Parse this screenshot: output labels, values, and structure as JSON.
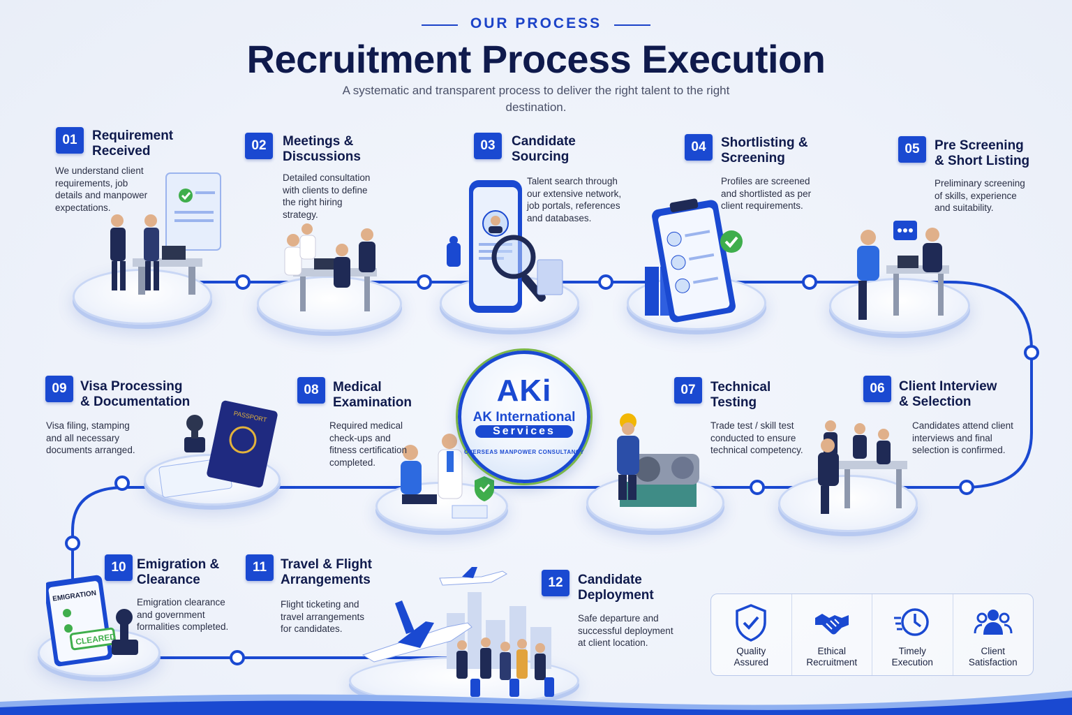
{
  "header": {
    "eyebrow": "OUR PROCESS",
    "title": "Recruitment Process Execution",
    "subtitle": "A systematic and transparent process to deliver the right talent to the right destination."
  },
  "logo": {
    "mark": "AKi",
    "name": "AK International",
    "services": "Services",
    "tagline": "OVERSEAS MANPOWER CONSULTANCY"
  },
  "steps": [
    {
      "num": "01",
      "title": "Requirement\nReceived",
      "desc": "We understand client\nrequirements, job\ndetails and manpower\nexpectations.",
      "icon": "handshake-meeting"
    },
    {
      "num": "02",
      "title": "Meetings &\nDiscussions",
      "desc": "Detailed consultation\nwith clients to define\nthe right hiring\nstrategy.",
      "icon": "meeting-table"
    },
    {
      "num": "03",
      "title": "Candidate\nSourcing",
      "desc": "Talent search through\nour extensive network,\njob portals, references\nand databases.",
      "icon": "magnifier-phone"
    },
    {
      "num": "04",
      "title": "Shortlisting &\nScreening",
      "desc": "Profiles are screened\nand shortlisted as per\nclient requirements.",
      "icon": "clipboard-check"
    },
    {
      "num": "05",
      "title": "Pre Screening\n& Short Listing",
      "desc": "Preliminary screening\nof skills, experience\nand suitability.",
      "icon": "interview-desk"
    },
    {
      "num": "06",
      "title": "Client Interview\n& Selection",
      "desc": "Candidates attend client\ninterviews and final\nselection is confirmed.",
      "icon": "panel-interview"
    },
    {
      "num": "07",
      "title": "Technical\nTesting",
      "desc": "Trade test / skill test\nconducted to ensure\ntechnical competency.",
      "icon": "machine-test"
    },
    {
      "num": "08",
      "title": "Medical\nExamination",
      "desc": "Required medical\ncheck-ups and\nfitness certification\ncompleted.",
      "icon": "doctor"
    },
    {
      "num": "09",
      "title": "Visa Processing\n& Documentation",
      "desc": "Visa filing, stamping\nand all necessary\ndocuments arranged.",
      "icon": "passport"
    },
    {
      "num": "10",
      "title": "Emigration &\nClearance",
      "desc": "Emigration clearance\nand government\nformalities completed.",
      "icon": "stamp-cleared"
    },
    {
      "num": "11",
      "title": "Travel & Flight\nArrangements",
      "desc": "Flight ticketing and\ntravel arrangements\nfor candidates.",
      "icon": "airplane"
    },
    {
      "num": "12",
      "title": "Candidate\nDeployment",
      "desc": "Safe departure and\nsuccessful deployment\nat client location.",
      "icon": "travellers"
    }
  ],
  "illustration_text": {
    "emigration": "EMIGRATION",
    "cleared": "CLEARED",
    "passport": "PASSPORT"
  },
  "values": [
    {
      "label": "Quality\nAssured",
      "icon": "shield-check-icon"
    },
    {
      "label": "Ethical\nRecruitment",
      "icon": "handshake-icon"
    },
    {
      "label": "Timely\nExecution",
      "icon": "clock-icon"
    },
    {
      "label": "Client\nSatisfaction",
      "icon": "people-icon"
    }
  ],
  "colors": {
    "primary": "#1a49d1",
    "navy": "#0f1a4c",
    "accent_green": "#7ab648"
  }
}
